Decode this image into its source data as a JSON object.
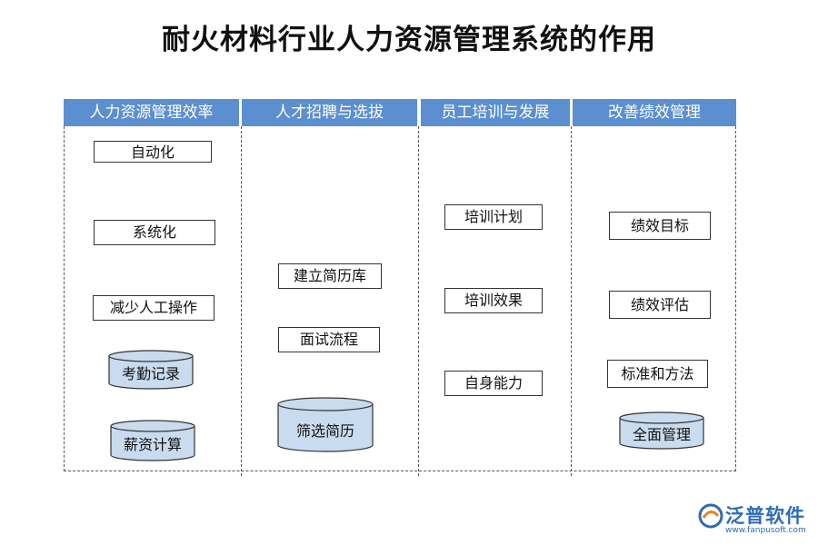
{
  "title": "耐火材料行业人力资源管理系统的作用",
  "columns": [
    {
      "header": "人力资源管理效率"
    },
    {
      "header": "人才招聘与选拔"
    },
    {
      "header": "员工培训与发展"
    },
    {
      "header": "改善绩效管理"
    }
  ],
  "col1": {
    "box1": "自动化",
    "box2": "系统化",
    "box3": "减少人工操作",
    "cyl1": "考勤记录",
    "cyl2": "薪资计算"
  },
  "col2": {
    "box1": "建立简历库",
    "box2": "面试流程",
    "cyl1": "筛选简历"
  },
  "col3": {
    "box1": "培训计划",
    "box2": "培训效果",
    "box3": "自身能力"
  },
  "col4": {
    "box1": "绩效目标",
    "box2": "绩效评估",
    "box3": "标准和方法",
    "cyl1": "全面管理"
  },
  "logo": {
    "brand": "泛普软件",
    "url": "www.fanpusoft.com"
  },
  "colors": {
    "header_bg": "#5b8fcf",
    "cylinder_fill": "#c9dbef",
    "border": "#333333"
  }
}
